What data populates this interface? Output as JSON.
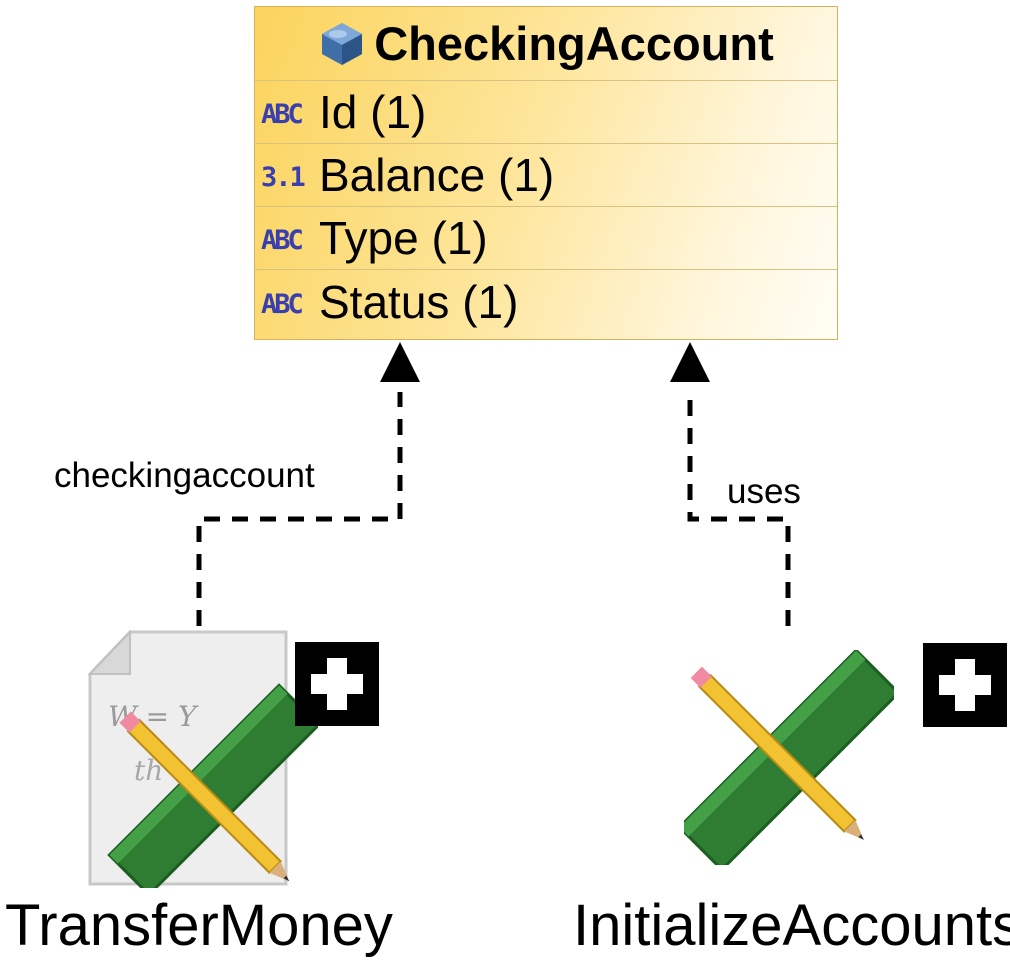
{
  "class_box": {
    "title": "CheckingAccount",
    "icon": "class-cube-icon",
    "attributes": [
      {
        "label": "Id (1)",
        "type_icon": "string-type-icon"
      },
      {
        "label": "Balance (1)",
        "type_icon": "decimal-type-icon"
      },
      {
        "label": "Type (1)",
        "type_icon": "string-type-icon"
      },
      {
        "label": "Status (1)",
        "type_icon": "string-type-icon"
      }
    ]
  },
  "edges": [
    {
      "label": "checkingaccount"
    },
    {
      "label": "uses"
    }
  ],
  "nodes": [
    {
      "label": "TransferMoney",
      "icon": "formula-document-ruler-pencil-icon"
    },
    {
      "label": "InitializeAccounts",
      "icon": "ruler-pencil-icon"
    }
  ],
  "colors": {
    "class_fill_start": "#fbd45c",
    "class_fill_end": "#fffdf6",
    "class_border": "#d6b35a",
    "type_icon_blue": "#3a3fae",
    "ruler_green": "#2e7d32",
    "pencil_yellow": "#f2c233"
  }
}
